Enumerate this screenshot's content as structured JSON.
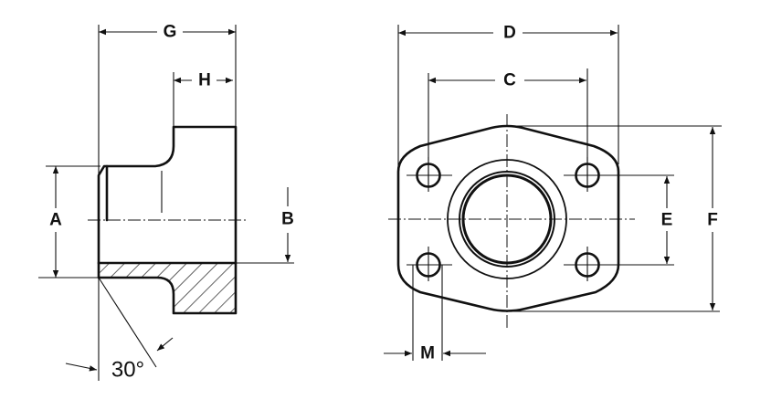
{
  "side_view": {
    "labels": {
      "G": "G",
      "H": "H",
      "A": "A",
      "B": "B",
      "angle": "30°"
    }
  },
  "front_view": {
    "labels": {
      "D": "D",
      "C": "C",
      "E": "E",
      "F": "F",
      "M": "M"
    }
  }
}
